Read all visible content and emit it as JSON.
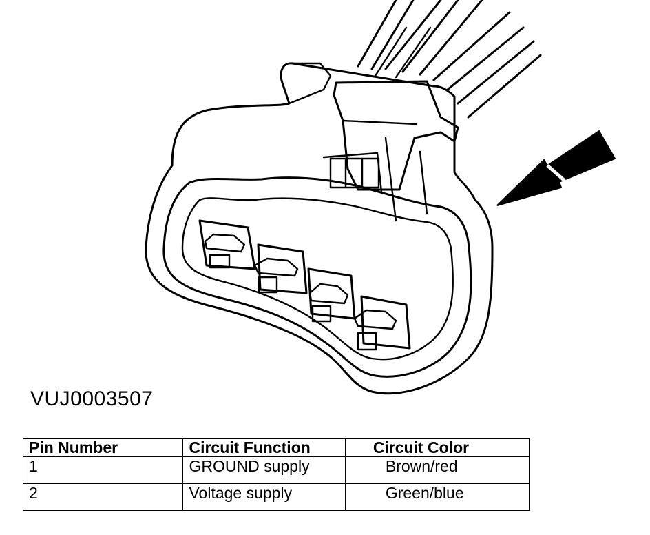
{
  "figure": {
    "reference_code": "VUJ0003507"
  },
  "table": {
    "headers": [
      "Pin Number",
      "Circuit Function",
      "Circuit Color"
    ],
    "rows": [
      {
        "pin": "1",
        "function": "GROUND supply",
        "color": "Brown/red"
      },
      {
        "pin": "2",
        "function": "Voltage supply",
        "color": "Green/blue"
      }
    ]
  },
  "colors": {
    "line": "#000000",
    "background": "#ffffff"
  },
  "icons": {
    "arrow": "arrow-pointer-icon"
  }
}
